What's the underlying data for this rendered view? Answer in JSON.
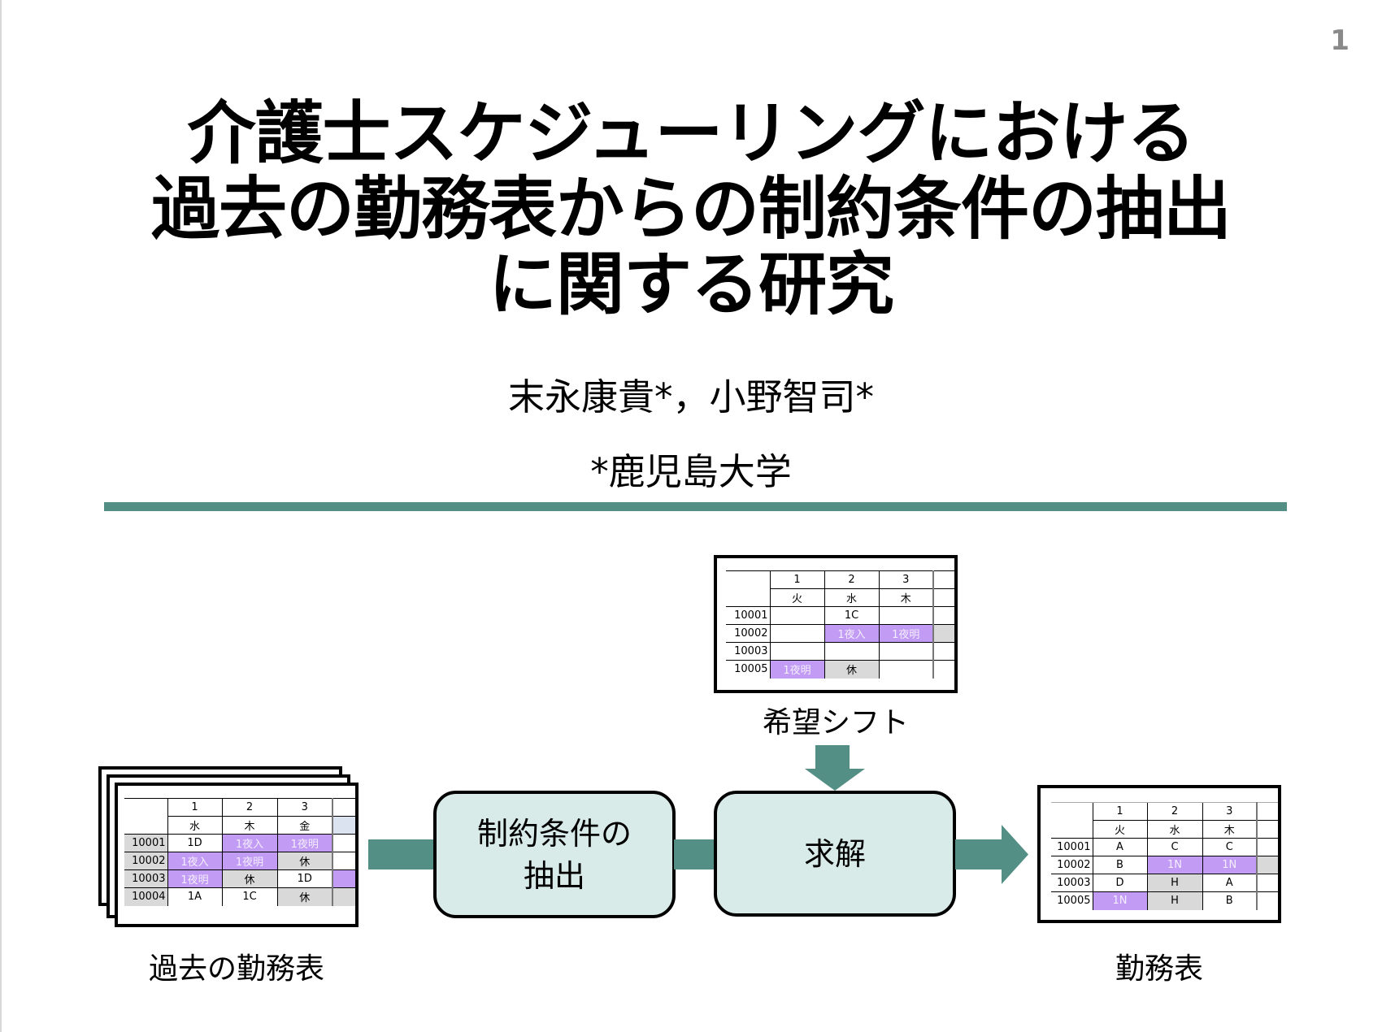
{
  "page_number": "1",
  "title": {
    "lines": [
      "介護士スケジューリングにおける",
      "過去の勤務表からの制約条件の抽出",
      "に関する研究"
    ]
  },
  "authors": "末永康貴*，小野智司*",
  "affiliation": "*鹿児島大学",
  "colors": {
    "accent": "#548f85",
    "box_fill": "#d9ebe8",
    "night_cell": "#c29bf5",
    "off_cell": "#d9d9d9"
  },
  "diagram": {
    "past_tables": {
      "caption": "過去の勤務表",
      "days": [
        "1",
        "2",
        "3"
      ],
      "weekdays": [
        "水",
        "木",
        "金"
      ],
      "rows": [
        {
          "id": "10001",
          "cells": [
            "1D",
            "1夜入",
            "1夜明"
          ]
        },
        {
          "id": "10002",
          "cells": [
            "1夜入",
            "1夜明",
            "休"
          ]
        },
        {
          "id": "10003",
          "cells": [
            "1夜明",
            "休",
            "1D"
          ]
        },
        {
          "id": "10004",
          "cells": [
            "1A",
            "1C",
            "休"
          ]
        }
      ]
    },
    "requests": {
      "caption": "希望シフト",
      "days": [
        "1",
        "2",
        "3"
      ],
      "weekdays": [
        "火",
        "水",
        "木"
      ],
      "rows": [
        {
          "id": "10001",
          "cells": [
            "",
            "1C",
            ""
          ]
        },
        {
          "id": "10002",
          "cells": [
            "",
            "1夜入",
            "1夜明"
          ]
        },
        {
          "id": "10003",
          "cells": [
            "",
            "",
            ""
          ]
        },
        {
          "id": "10005",
          "cells": [
            "1夜明",
            "休",
            ""
          ]
        }
      ]
    },
    "result": {
      "caption": "勤務表",
      "days": [
        "1",
        "2",
        "3"
      ],
      "weekdays": [
        "火",
        "水",
        "木"
      ],
      "rows": [
        {
          "id": "10001",
          "cells": [
            "A",
            "C",
            "C"
          ]
        },
        {
          "id": "10002",
          "cells": [
            "B",
            "1N",
            "1N"
          ]
        },
        {
          "id": "10003",
          "cells": [
            "D",
            "H",
            "A"
          ]
        },
        {
          "id": "10005",
          "cells": [
            "1N",
            "H",
            "B"
          ]
        }
      ]
    },
    "step1_label_line1": "制約条件の",
    "step1_label_line2": "抽出",
    "step2_label": "求解"
  }
}
